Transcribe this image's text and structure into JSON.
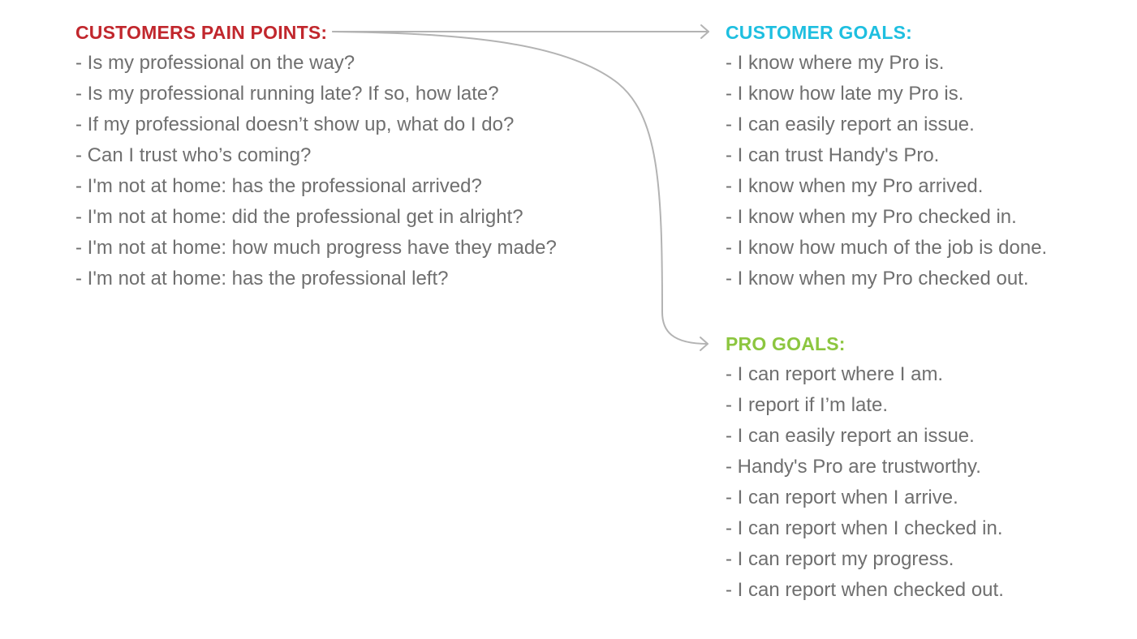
{
  "colors": {
    "pain_heading": "#c1272d",
    "customer_heading": "#1ebfe0",
    "pro_heading": "#8cc63f",
    "body_text": "#6f6f6f",
    "connector": "#b3b3b3"
  },
  "pain_points": {
    "heading": "CUSTOMERS PAIN POINTS:",
    "items": [
      "- Is my professional on the way?",
      "- Is my professional running late? If so, how late?",
      "- If my professional doesn’t show up, what do I do?",
      "- Can I trust who’s coming?",
      "- I'm not at home: has the professional arrived?",
      "- I'm not at home: did the professional get in alright?",
      "- I'm not at home: how much progress have they made?",
      "- I'm not at home: has the professional left?"
    ]
  },
  "customer_goals": {
    "heading": "CUSTOMER GOALS:",
    "items": [
      "- I know where my Pro is.",
      "- I know how late my Pro is.",
      "- I can easily report an issue.",
      "- I can trust Handy's Pro.",
      "- I know when my Pro arrived.",
      "- I know when my Pro checked in.",
      "- I know how much of the job is done.",
      "- I know when my Pro checked out."
    ]
  },
  "pro_goals": {
    "heading": "PRO GOALS:",
    "items": [
      "- I can report where I am.",
      "- I report if I’m late.",
      "- I can easily report an issue.",
      "- Handy's Pro are trustworthy.",
      "- I can report when I arrive.",
      "- I can report when I checked in.",
      "- I can report my progress.",
      "- I can report when checked out."
    ]
  }
}
